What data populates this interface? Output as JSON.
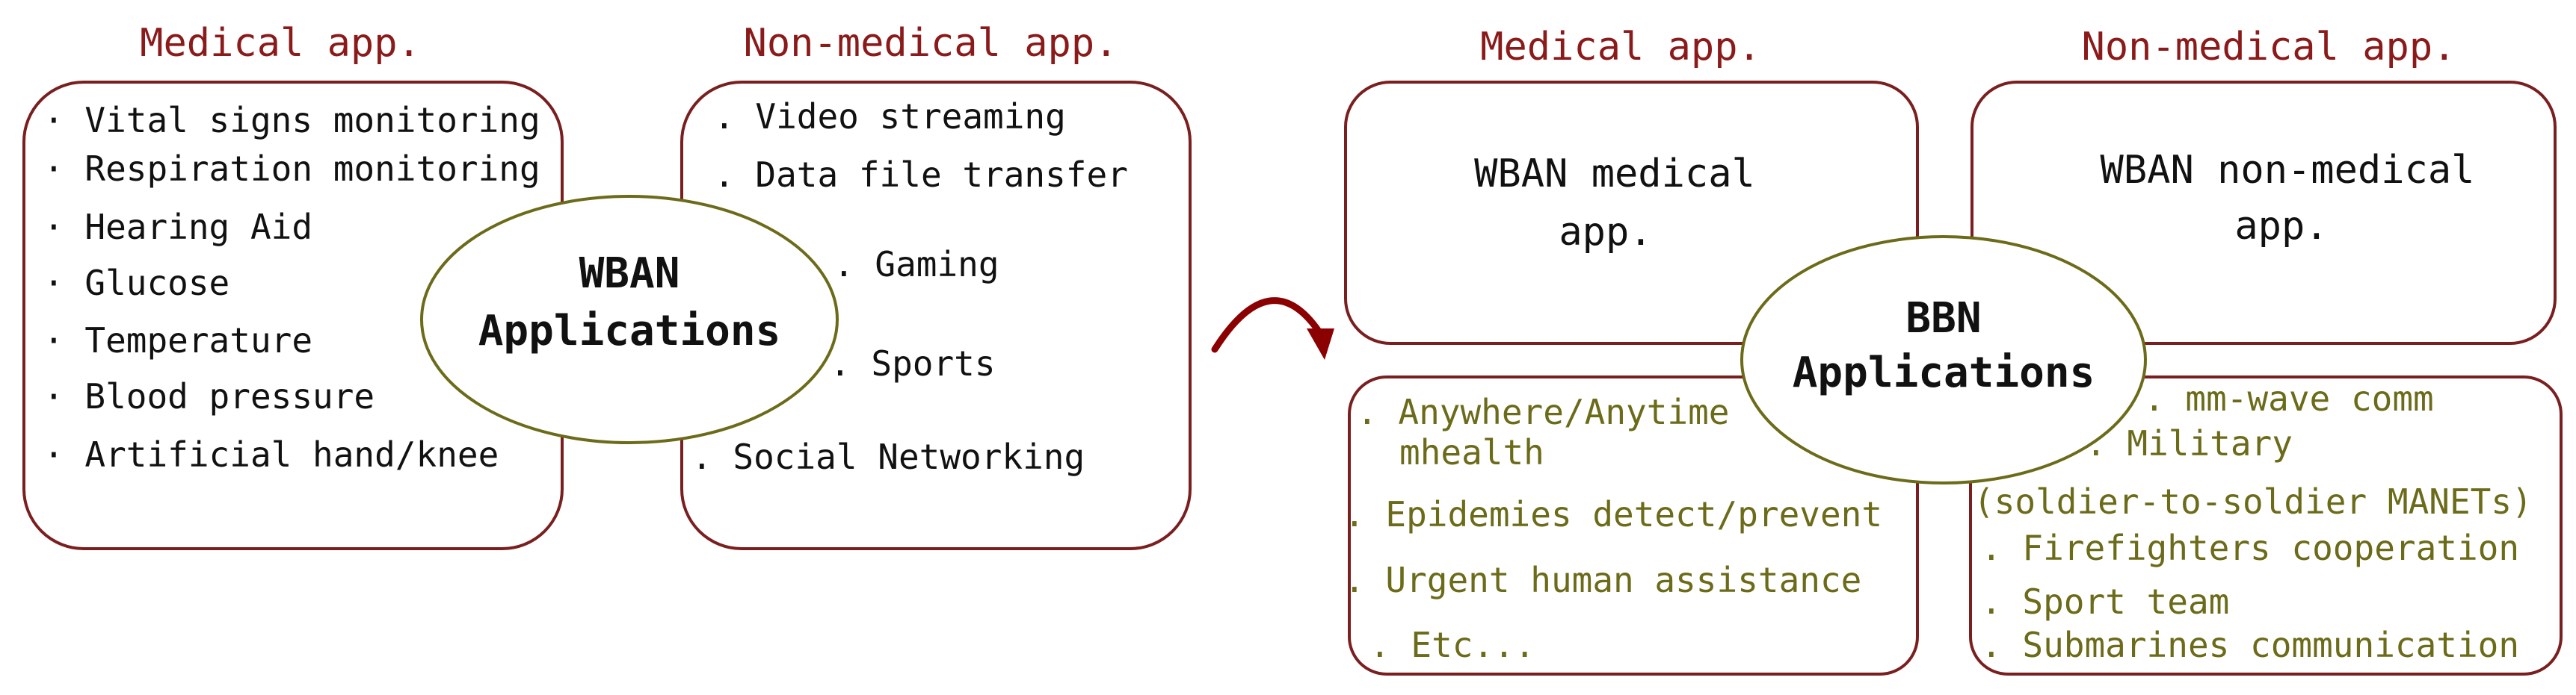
{
  "colors": {
    "outline": "#7a1f1f",
    "heading": "#8b1a1a",
    "text": "#111111",
    "olive": "#6b6b1a",
    "ellipse_stroke": "#6b6b1a",
    "arrow": "#8b0000"
  },
  "left": {
    "medical_heading": "Medical app.",
    "non_medical_heading": "Non-medical app.",
    "center_line1": "WBAN",
    "center_line2": "Applications",
    "medical_items": [
      "· Vital signs monitoring",
      "· Respiration monitoring",
      "· Hearing Aid",
      "· Glucose",
      "· Temperature",
      "· Blood pressure",
      "· Artificial hand/knee"
    ],
    "non_medical_items": [
      ". Video streaming",
      ". Data file transfer",
      ". Gaming",
      ". Sports",
      ". Social Networking"
    ]
  },
  "right": {
    "medical_heading": "Medical app.",
    "non_medical_heading": "Non-medical app.",
    "center_line1": "BBN",
    "center_line2": "Applications",
    "wban_medical_line1": "WBAN medical",
    "wban_medical_line2": "app.",
    "wban_non_medical_line1": "WBAN non-medical",
    "wban_non_medical_line2": "app.",
    "medical_items": [
      ". Anywhere/Anytime",
      "mhealth",
      ". Epidemies detect/prevent",
      ". Urgent human assistance",
      ". Etc..."
    ],
    "non_medical_items": [
      ". mm-wave comm",
      ". Military",
      "(soldier-to-soldier MANETs)",
      ". Firefighters cooperation",
      ". Sport team",
      ". Submarines communication"
    ]
  }
}
